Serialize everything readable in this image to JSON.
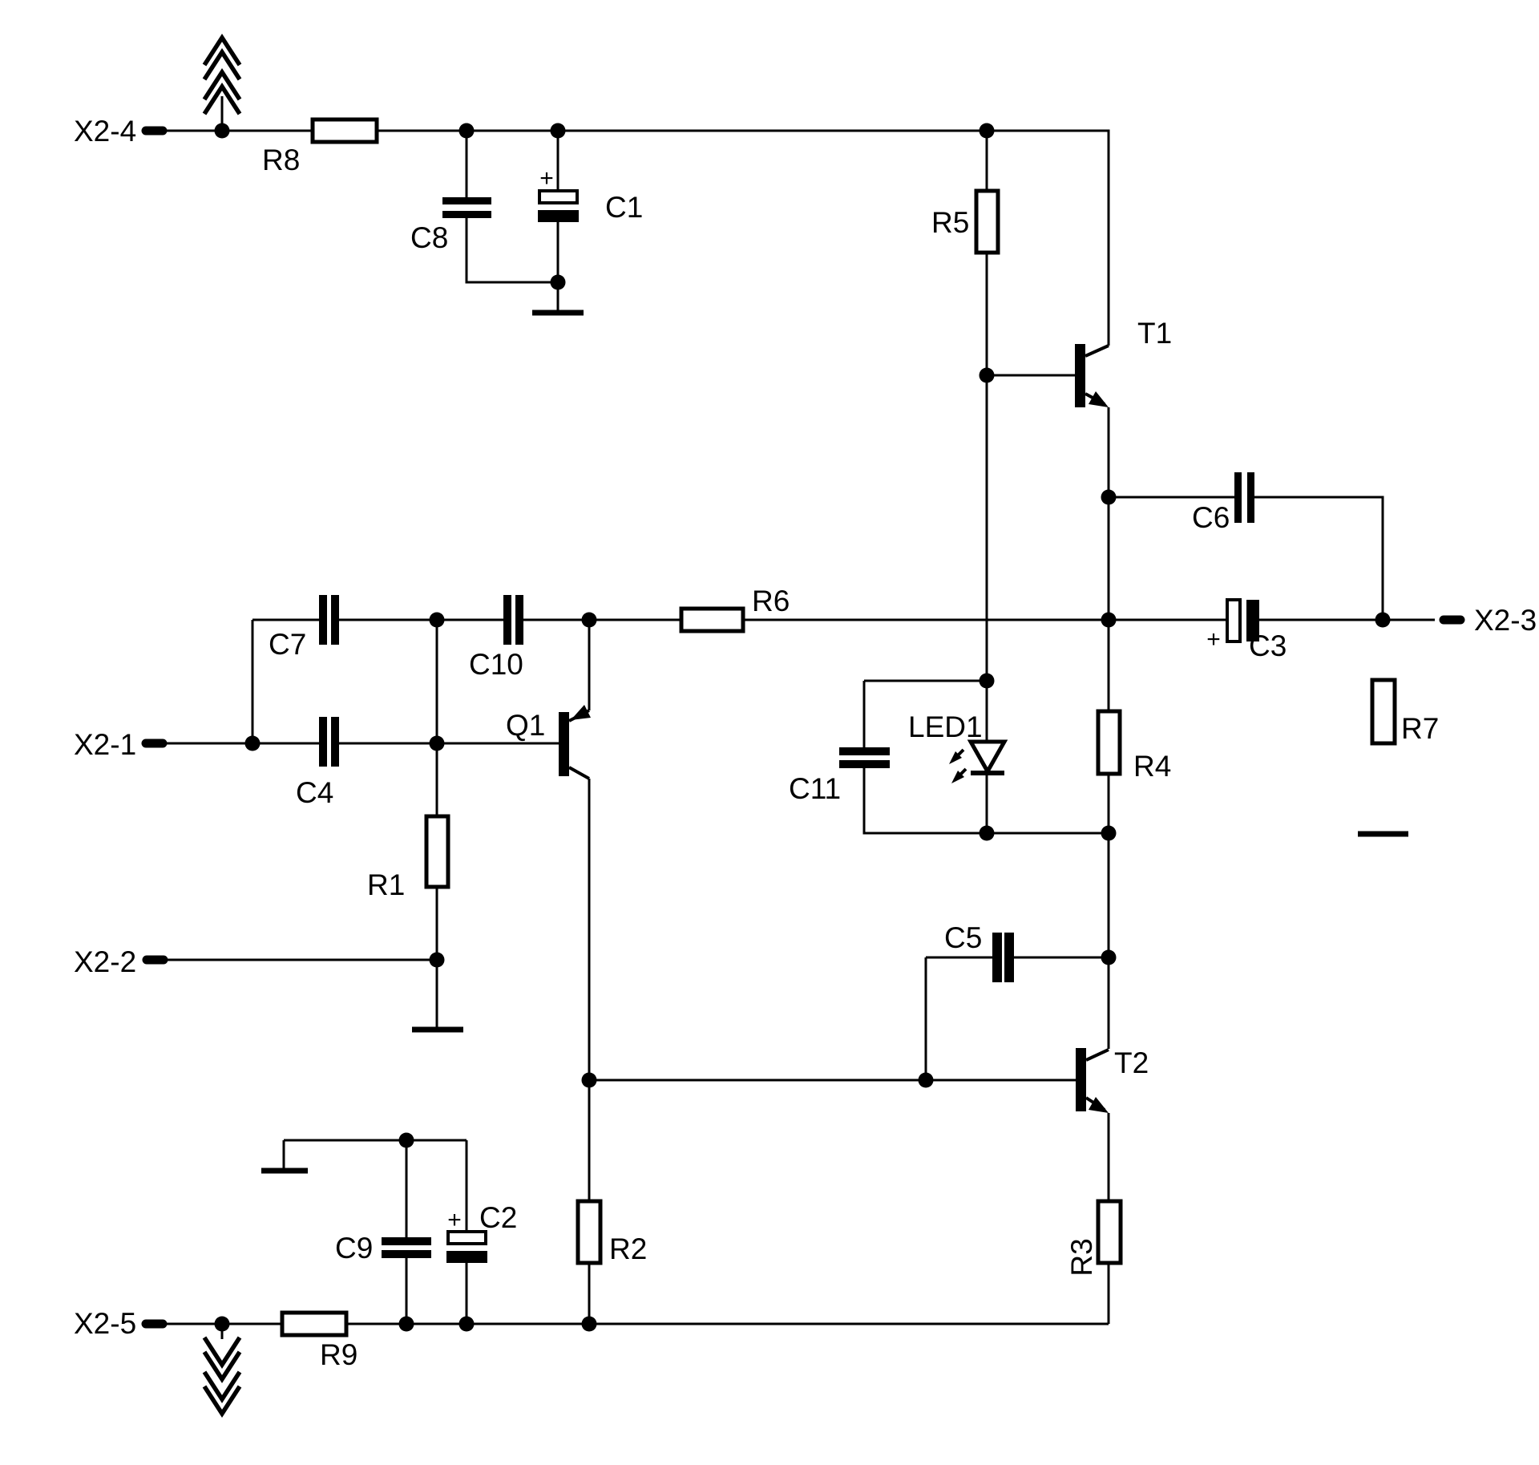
{
  "diagram": {
    "type": "analog circuit schematic",
    "background_color": "#ffffff",
    "ink_color": "#000000"
  },
  "terminals": {
    "x2_1": "X2-1",
    "x2_2": "X2-2",
    "x2_3": "X2-3",
    "x2_4": "X2-4",
    "x2_5": "X2-5"
  },
  "resistors": {
    "r1": "R1",
    "r2": "R2",
    "r3": "R3",
    "r4": "R4",
    "r5": "R5",
    "r6": "R6",
    "r7": "R7",
    "r8": "R8",
    "r9": "R9"
  },
  "capacitors": {
    "c1": "C1",
    "c2": "C2",
    "c3": "C3",
    "c4": "C4",
    "c5": "C5",
    "c6": "C6",
    "c7": "C7",
    "c8": "C8",
    "c9": "C9",
    "c10": "C10",
    "c11": "C11"
  },
  "transistors": {
    "q1": "Q1",
    "t1": "T1",
    "t2": "T2"
  },
  "diodes": {
    "led1": "LED1"
  },
  "symbols": {
    "polarity_plus": "+"
  }
}
